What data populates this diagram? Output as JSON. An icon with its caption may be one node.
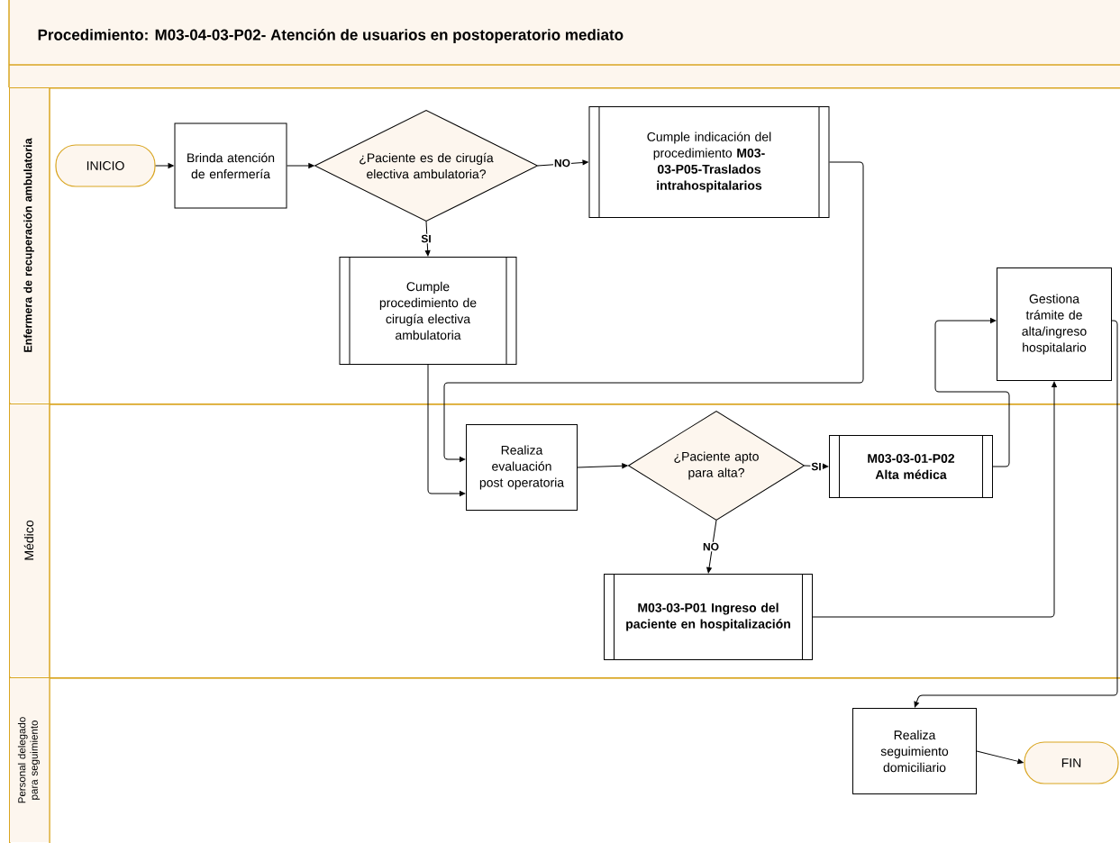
{
  "diagram": {
    "title": "Procedimiento: M03-04-03-P02- Atención de usuarios en postoperatorio mediato",
    "nodes": [
      {
        "text": [
          "Enfermera de recuperación ambulatoria"
        ]
      },
      {
        "text": [
          "Médico"
        ]
      },
      {
        "text": [
          "Personal delegado para seguimiento"
        ]
      },
      {
        "text": [
          "INICIO"
        ],
        "in": 0
      },
      {
        "text": [
          "Brinda atención de enfermería"
        ],
        "in": 0
      },
      {
        "text": [
          "¿Paciente es de cirugía electiva ambulatoria?"
        ],
        "in": 0
      },
      {
        "text": [
          "Cumple indicación del procedimiento **M03-03-P05-Traslados intrahospitalarios**"
        ],
        "in": 0
      },
      {
        "text": [
          "Cumple procedimiento de cirugía electiva ambulatoria"
        ],
        "in": 0
      },
      {
        "text": [
          "Gestiona trámite de alta/ingreso hospitalario"
        ],
        "in": 0
      },
      {
        "text": [
          "Realiza evaluación post operatoria"
        ],
        "in": 1
      },
      {
        "text": [
          "¿Paciente apto para alta?"
        ],
        "in": 1
      },
      {
        "text": [
          "M03-03-01-P02 Alta médica"
        ],
        "in": 1
      },
      {
        "text": [
          "M03-03-P01 Ingreso del paciente en hospitalización"
        ],
        "in": 1
      },
      {
        "text": [
          "Realiza seguimiento domiciliario"
        ],
        "in": 2
      },
      {
        "text": [
          "FIN"
        ],
        "in": 2
      }
    ],
    "edges": [
      {
        "from": 3,
        "to": 4,
        "arrow": "to"
      },
      {
        "from": 4,
        "to": 5,
        "arrow": "to"
      },
      {
        "from": 5,
        "to": 6,
        "arrow": "to",
        "label": "NO"
      },
      {
        "from": 5,
        "to": 7,
        "arrow": "to",
        "label": "SI"
      },
      {
        "from": 6,
        "to": 9,
        "arrow": "to"
      },
      {
        "from": 7,
        "to": 9,
        "arrow": "to"
      },
      {
        "from": 9,
        "to": 10,
        "arrow": "to"
      },
      {
        "from": 10,
        "to": 11,
        "arrow": "to",
        "label": "SI"
      },
      {
        "from": 10,
        "to": 12,
        "arrow": "to",
        "label": "NO"
      },
      {
        "from": 11,
        "to": 8,
        "arrow": "to"
      },
      {
        "from": 12,
        "to": 8,
        "arrow": "to"
      },
      {
        "from": 8,
        "to": 13,
        "arrow": "to"
      },
      {
        "from": 13,
        "to": 14,
        "arrow": "to"
      }
    ]
  }
}
